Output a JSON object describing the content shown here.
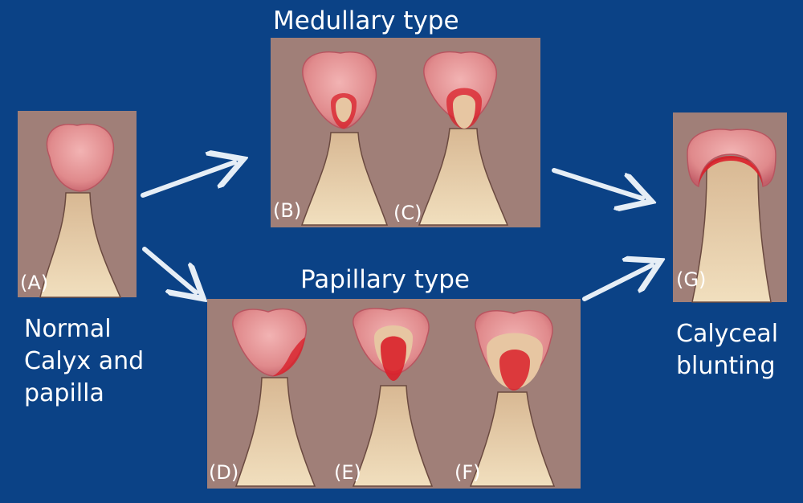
{
  "headings": {
    "medullary": "Medullary type",
    "papillary": "Papillary type"
  },
  "captions": {
    "normal_line1": "Normal",
    "normal_line2": "Calyx and",
    "normal_line3": "papilla",
    "blunting_line1": "Calyceal",
    "blunting_line2": "blunting"
  },
  "panels": {
    "a": "(A)",
    "b": "(B)",
    "c": "(C)",
    "d": "(D)",
    "e": "(E)",
    "f": "(F)",
    "g": "(G)"
  },
  "colors": {
    "background": "#0b4286",
    "panel": "#a07f78",
    "calyx_pink": "#e08a8c",
    "lesion_red": "#d9202a",
    "papilla_tan": "#ead3ac",
    "arrow": "#e6eef6"
  }
}
